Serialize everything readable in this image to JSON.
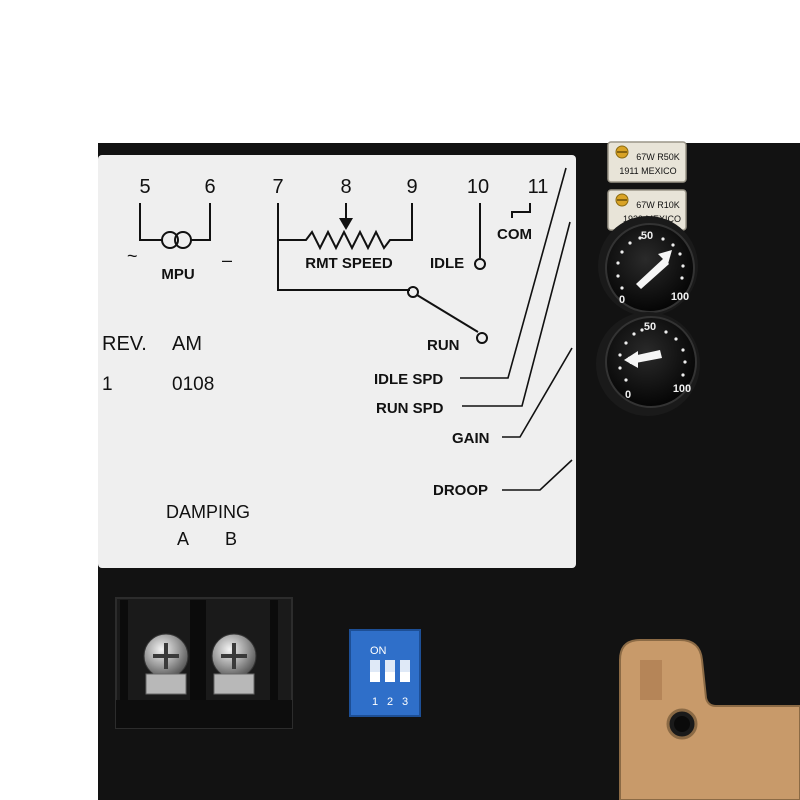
{
  "terminals": {
    "t5": "5",
    "t6": "6",
    "t7": "7",
    "t8": "8",
    "t9": "9",
    "t10": "10",
    "t11": "11"
  },
  "labels": {
    "mpu": "MPU",
    "mpu_tilde": "~",
    "mpu_dash": "–",
    "rmt_speed": "RMT SPEED",
    "idle": "IDLE",
    "com": "COM",
    "run": "RUN",
    "rev_label": "REV.",
    "rev_value": "AM",
    "part_prefix": "1",
    "part_code": "0108",
    "idle_spd": "IDLE SPD",
    "run_spd": "RUN SPD",
    "gain": "GAIN",
    "droop": "DROOP",
    "damping": "DAMPING",
    "damping_a": "A",
    "damping_b": "B"
  },
  "trimmers": [
    {
      "line1": "67W R50K",
      "line2": "1911 MEXICO"
    },
    {
      "line1": "67W R10K",
      "line2": "1939 MEXICO"
    }
  ],
  "dials": [
    {
      "top": "50",
      "left": "0",
      "right": "100"
    },
    {
      "top": "50",
      "left": "0",
      "right": "100"
    }
  ],
  "dip_switch": {
    "on_label": "ON",
    "positions": [
      "1",
      "2",
      "3"
    ]
  },
  "colors": {
    "body": "#111111",
    "label_panel": "#efefef",
    "dip_blue": "#2f6fc9",
    "tan_housing": "#c89a6a"
  }
}
